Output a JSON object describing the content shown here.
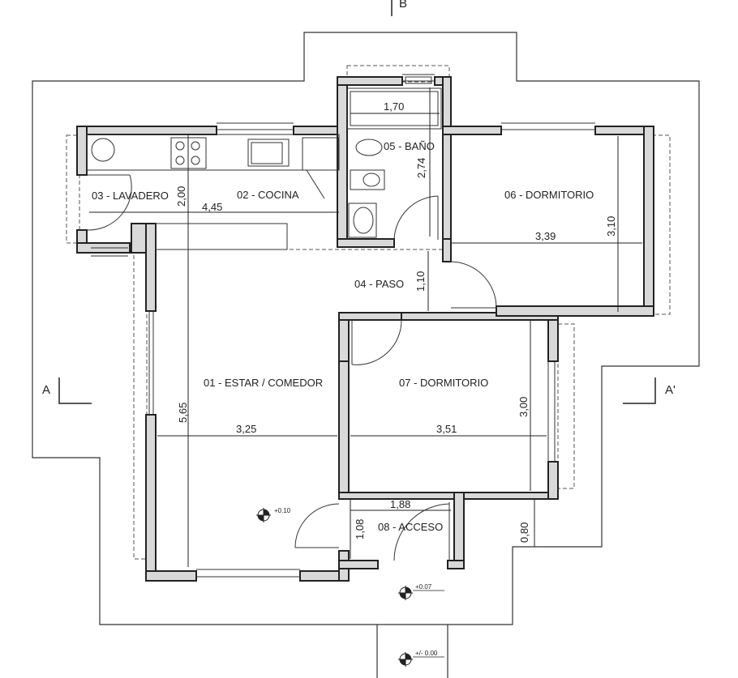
{
  "rooms": {
    "estar": "01 - ESTAR / COMEDOR",
    "cocina": "02 - COCINA",
    "lavadero": "03 - LAVADERO",
    "paso": "04 - PASO",
    "bano": "05 - BAÑO",
    "dorm6": "06 - DORMITORIO",
    "dorm7": "07 - DORMITORIO",
    "acceso": "08 - ACCESO"
  },
  "dimensions": {
    "bano_width": "1,70",
    "bano_height": "2,74",
    "cocina_height": "2,00",
    "cocina_width": "4,45",
    "dorm6_width": "3,39",
    "dorm6_height": "3,10",
    "paso_height": "1,10",
    "estar_height": "5,65",
    "estar_width": "3,25",
    "dorm7_width": "3,51",
    "dorm7_height": "3,00",
    "acceso_width": "1,88",
    "acceso_height": "1,08",
    "access_offset": "0,80"
  },
  "levels": {
    "interior": "+0.10",
    "entry": "+0.07",
    "ground": "+/- 0.00"
  },
  "section_marks": {
    "b": "B",
    "a_left": "A",
    "a_right": "A'"
  }
}
